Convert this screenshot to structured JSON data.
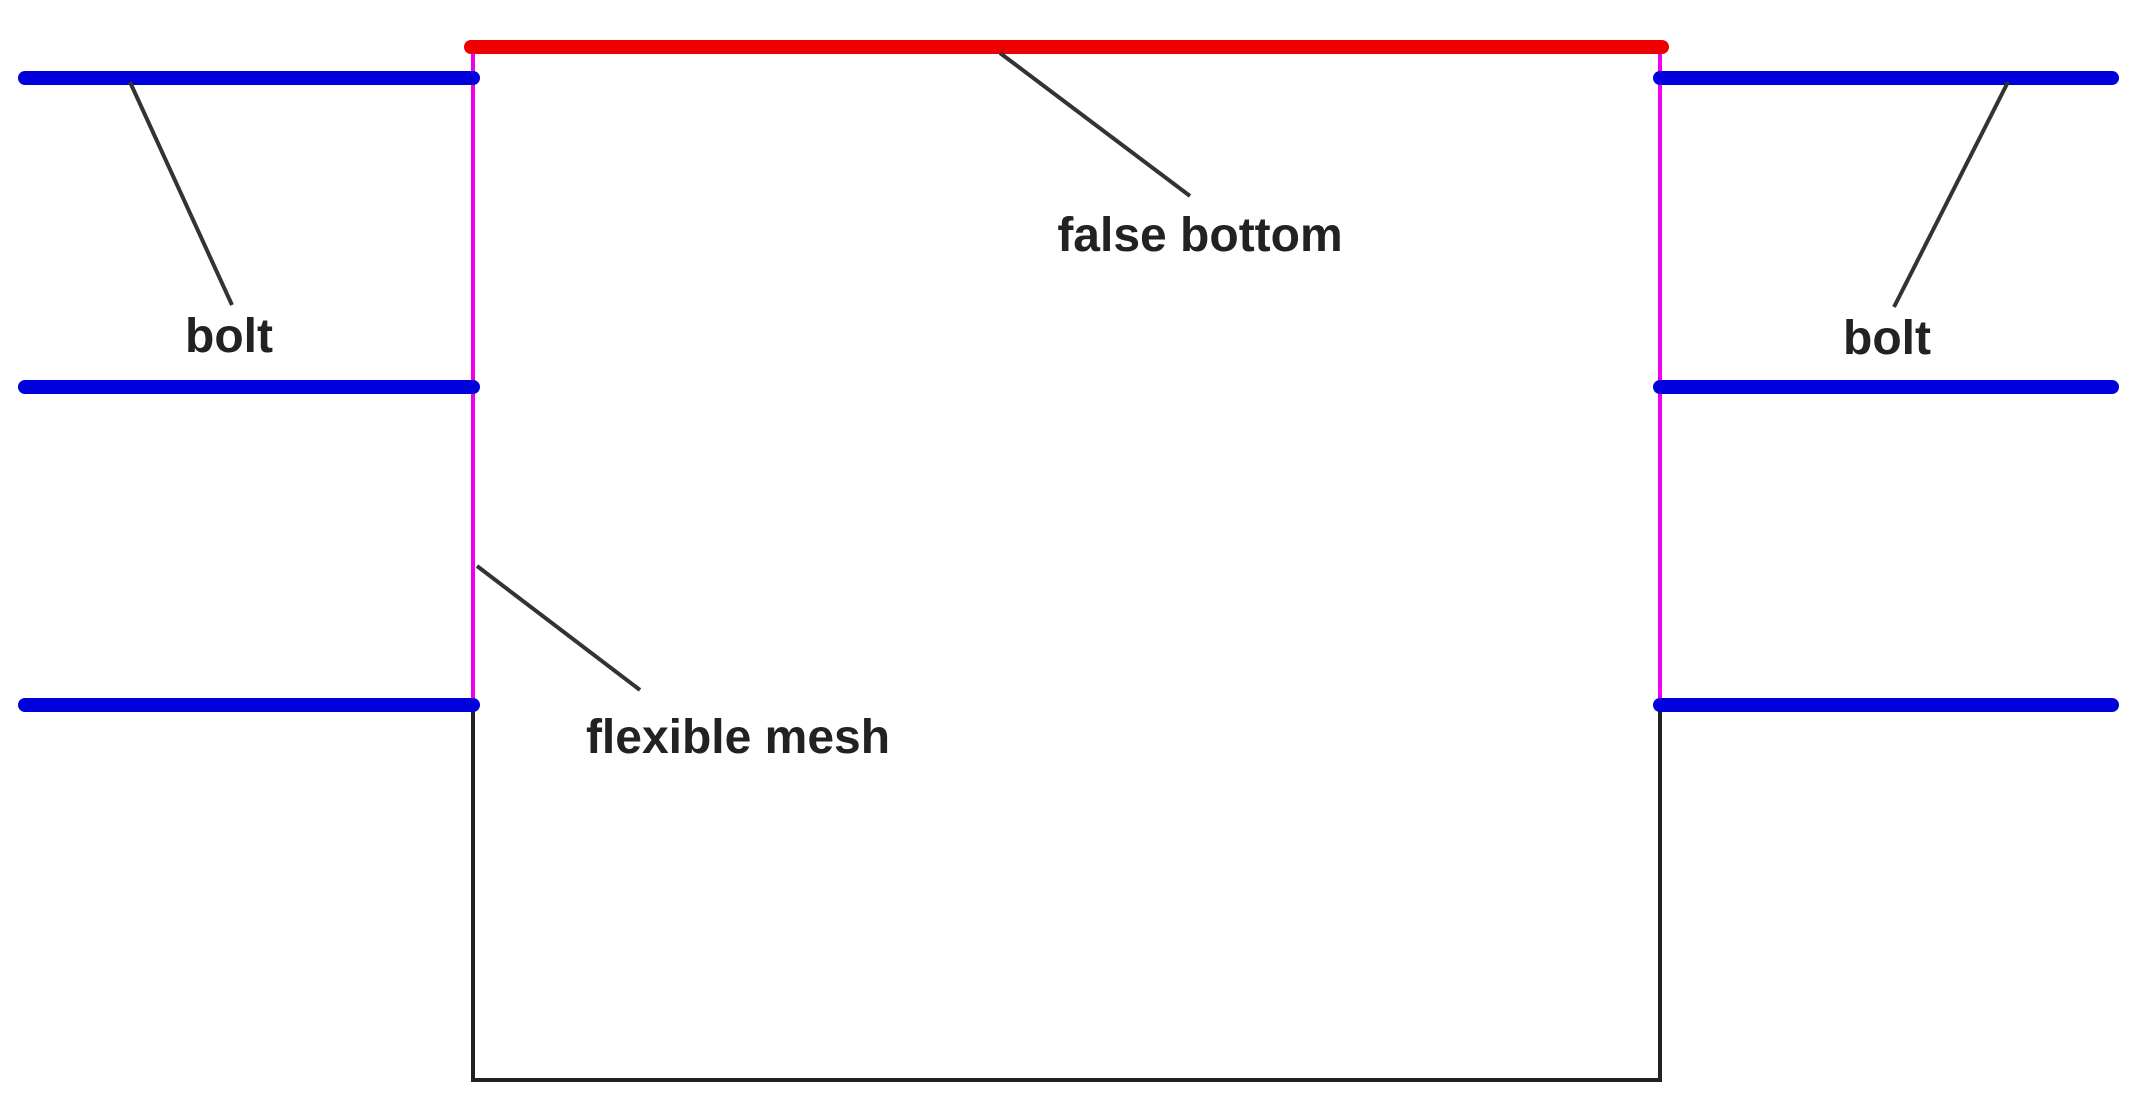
{
  "labels": {
    "false_bottom": "false bottom",
    "bolt_left": "bolt",
    "bolt_right": "bolt",
    "flexible_mesh": "flexible mesh"
  },
  "colors": {
    "bolt": "#0000dd",
    "false_bottom": "#ee0000",
    "flexible_mesh": "#ee00ee",
    "excavation_outline": "#222222",
    "leader_line": "#333333",
    "label_text": "#222222",
    "background": "#ffffff"
  }
}
